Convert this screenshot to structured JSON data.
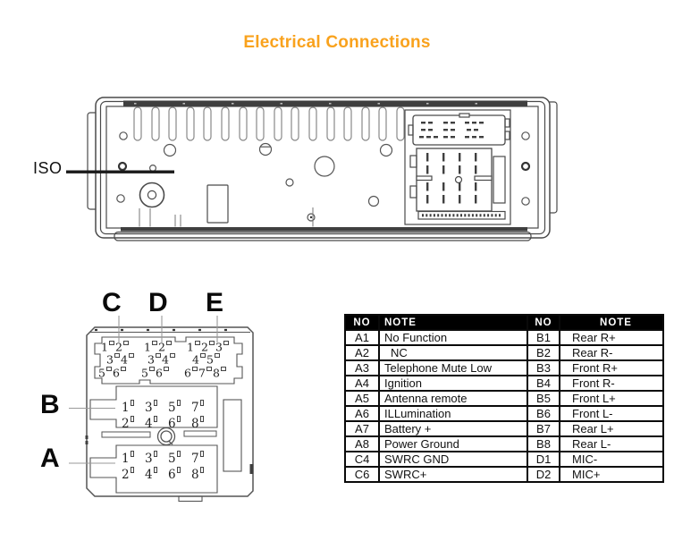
{
  "title": "Electrical Connections",
  "colors": {
    "accent": "#F9A21D",
    "line": "#3F3F3F",
    "table_header_bg": "#000000"
  },
  "unit": {
    "iso_label": "ISO"
  },
  "connector": {
    "letters": {
      "c": "C",
      "d": "D",
      "e": "E",
      "b": "B",
      "a": "A"
    },
    "sections": {
      "C": {
        "pins": [
          "1",
          "2",
          "3",
          "4",
          "5",
          "6"
        ]
      },
      "D": {
        "pins": [
          "1",
          "2",
          "3",
          "4",
          "5",
          "6"
        ]
      },
      "E": {
        "pins": [
          "1",
          "2",
          "3",
          "4",
          "5",
          "6",
          "7",
          "8"
        ]
      },
      "B": {
        "pins": [
          "1",
          "3",
          "5",
          "7",
          "2",
          "4",
          "6",
          "8"
        ]
      },
      "A": {
        "pins": [
          "1",
          "3",
          "5",
          "7",
          "2",
          "4",
          "6",
          "8"
        ]
      }
    }
  },
  "table": {
    "headers": [
      "NO",
      "NOTE",
      "NO",
      "NOTE"
    ],
    "rows": [
      [
        "A1",
        "No Function",
        "B1",
        "Rear R+"
      ],
      [
        "A2",
        "NC",
        "B2",
        "Rear R-"
      ],
      [
        "A3",
        "Telephone Mute Low",
        "B3",
        "Front R+"
      ],
      [
        "A4",
        "Ignition",
        "B4",
        "Front R-"
      ],
      [
        "A5",
        "Antenna remote",
        "B5",
        "Front L+"
      ],
      [
        "A6",
        "ILLumination",
        "B6",
        "Front L-"
      ],
      [
        "A7",
        "Battery +",
        "B7",
        "Rear L+"
      ],
      [
        "A8",
        "Power Ground",
        "B8",
        "Rear L-"
      ],
      [
        "C4",
        "SWRC GND",
        "D1",
        "MIC-"
      ],
      [
        "C6",
        "SWRC+",
        "D2",
        "MIC+"
      ]
    ]
  }
}
